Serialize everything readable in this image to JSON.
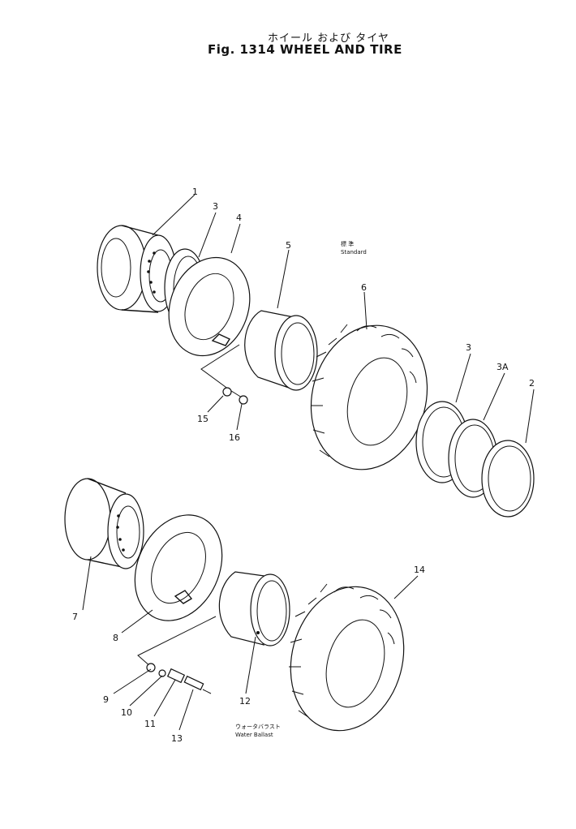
{
  "figure": {
    "title_jp": "ホイール および タイヤ",
    "title_en": "Fig. 1314  WHEEL  AND  TIRE"
  },
  "notes": {
    "standard_jp": "標 準",
    "standard_en": "Standard",
    "water_ballast_jp": "ウォータバラスト",
    "water_ballast_en": "Water Ballast"
  },
  "callouts": [
    "1",
    "3",
    "4",
    "5",
    "6",
    "3",
    "3A",
    "2",
    "15",
    "16",
    "7",
    "8",
    "12",
    "14",
    "9",
    "10",
    "11",
    "13"
  ]
}
